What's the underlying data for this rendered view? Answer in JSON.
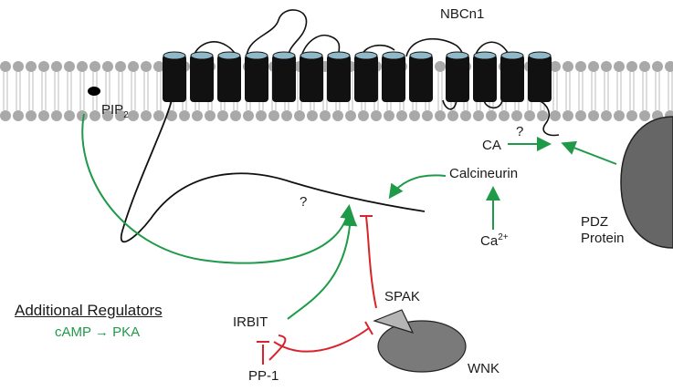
{
  "labels": {
    "protein": "NBCn1",
    "pip2_base": "PIP",
    "pip2_sub": "2",
    "ca": "CA",
    "ca_question": "?",
    "calcineurin": "Calcineurin",
    "ca2_base": "Ca",
    "ca2_sup": "2+",
    "pdz_line1": "PDZ",
    "pdz_line2": "Protein",
    "tail_question": "?",
    "spak": "SPAK",
    "irbit": "IRBIT",
    "pp1": "PP-1",
    "wnk": "WNK",
    "additional_regulators": "Additional Regulators",
    "camp_pka": "cAMP → PKA"
  },
  "colors": {
    "activation": "#1f9a48",
    "inhibition": "#d8242b",
    "membrane_head": "#a9a9a9",
    "helix": "#111111",
    "helix_cap": "#8fb8c9",
    "pdz": "#666666",
    "wnk": "#7a7a7a",
    "spak": "#b5b5b5"
  }
}
